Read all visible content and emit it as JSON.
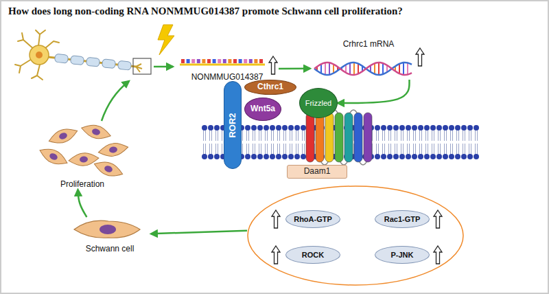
{
  "diagram": {
    "title": "How does long non-coding RNA NONMMUG014387 promote Schwann cell proliferation?",
    "nodes": [
      {
        "text": [
          "NONMMUG014387"
        ]
      },
      {
        "text": [
          "Crhrc1 mRNA"
        ]
      },
      {
        "text": [
          "ROR2"
        ]
      },
      {
        "text": [
          "Cthrc1"
        ]
      },
      {
        "text": [
          "Wnt5a"
        ]
      },
      {
        "text": [
          "Frizzled"
        ]
      },
      {
        "text": [
          "Daam1"
        ]
      },
      {
        "text": []
      },
      {
        "text": [
          "RhoA-GTP"
        ],
        "in": 7
      },
      {
        "text": [
          "Rac1-GTP"
        ],
        "in": 7
      },
      {
        "text": [
          "ROCK"
        ],
        "in": 7
      },
      {
        "text": [
          "P-JNK"
        ],
        "in": 7
      },
      {
        "text": [
          "Schwann cell"
        ]
      },
      {
        "text": [
          "Proliferation"
        ]
      }
    ],
    "edges": [
      {
        "from": 0,
        "to": 1,
        "arrow": "to"
      },
      {
        "from": 1,
        "to": 5,
        "arrow": "to"
      },
      {
        "from": 7,
        "to": 12,
        "arrow": "to"
      },
      {
        "from": 12,
        "to": 13,
        "arrow": "to"
      }
    ]
  }
}
